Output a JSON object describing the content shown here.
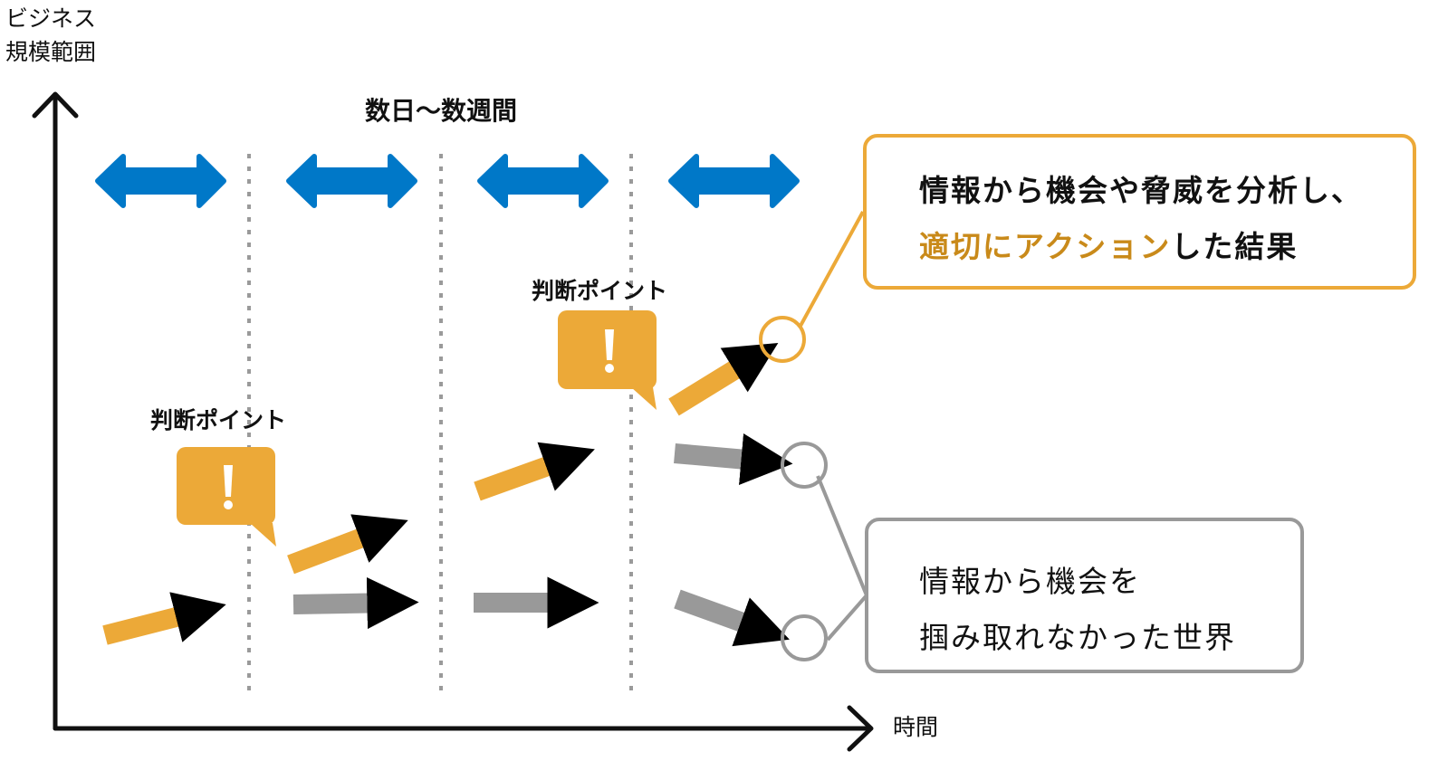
{
  "axes": {
    "y_label_line1": "ビジネス",
    "y_label_line2": "規模範囲",
    "x_label": "時間"
  },
  "period_label": "数日〜数週間",
  "judgment_points": [
    {
      "label": "判断ポイント",
      "icon": "exclamation-icon"
    },
    {
      "label": "判断ポイント",
      "icon": "exclamation-icon"
    }
  ],
  "callouts": {
    "success": {
      "line1": "情報から機会や脅威を分析し、",
      "line2_highlight": "適切にアクション",
      "line2_rest": "した結果"
    },
    "failure": {
      "line1": "情報から機会を",
      "line2": "掴み取れなかった世界"
    }
  },
  "colors": {
    "orange": "#ECA938",
    "orange_highlight": "#C98A1A",
    "gray": "#999999",
    "blue": "#0078C8",
    "axis": "#111111",
    "divider": "#9A9A9A"
  }
}
